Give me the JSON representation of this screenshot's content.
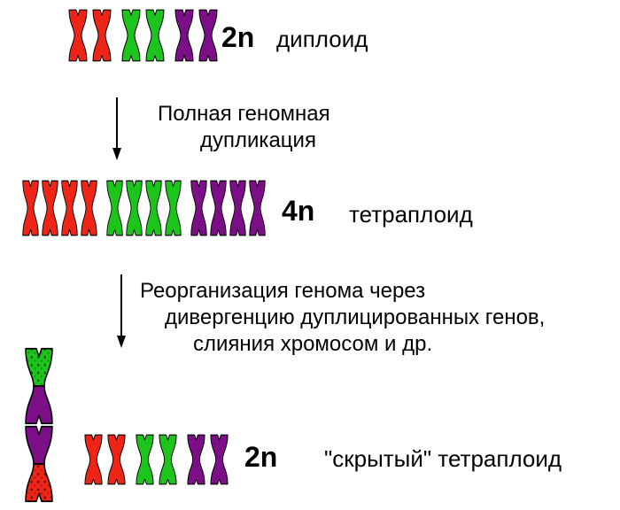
{
  "colors": {
    "red": "#ee2417",
    "green": "#1dc41c",
    "purple": "#7c0e88",
    "outline": "#000000"
  },
  "stage_diploid": {
    "ploidy": "2n",
    "label": "диплоид",
    "groups": [
      {
        "color": "red",
        "count": 2
      },
      {
        "color": "green",
        "count": 2
      },
      {
        "color": "purple",
        "count": 2
      }
    ]
  },
  "arrow1": {
    "lines": [
      "Полная геномная",
      "дупликация"
    ]
  },
  "stage_tetraploid": {
    "ploidy": "4n",
    "label": "тетраплоид",
    "groups": [
      {
        "color": "red",
        "count": 4
      },
      {
        "color": "green",
        "count": 4
      },
      {
        "color": "purple",
        "count": 4
      }
    ]
  },
  "arrow2": {
    "lines": [
      "Реорганизация генома через",
      "дивергенцию дуплицированных генов,",
      "слияния хромосом и др."
    ]
  },
  "stage_hidden": {
    "ploidy": "2n",
    "label": "\"скрытый\" тетраплоид",
    "fused": [
      {
        "top": {
          "color": "green",
          "dotted": true
        },
        "bottom": {
          "color": "purple",
          "dotted": false
        }
      },
      {
        "top": {
          "color": "purple",
          "dotted": false
        },
        "bottom": {
          "color": "red",
          "dotted": true
        }
      }
    ],
    "groups": [
      {
        "color": "red",
        "count": 2
      },
      {
        "color": "green",
        "count": 2
      },
      {
        "color": "purple",
        "count": 2
      }
    ]
  }
}
